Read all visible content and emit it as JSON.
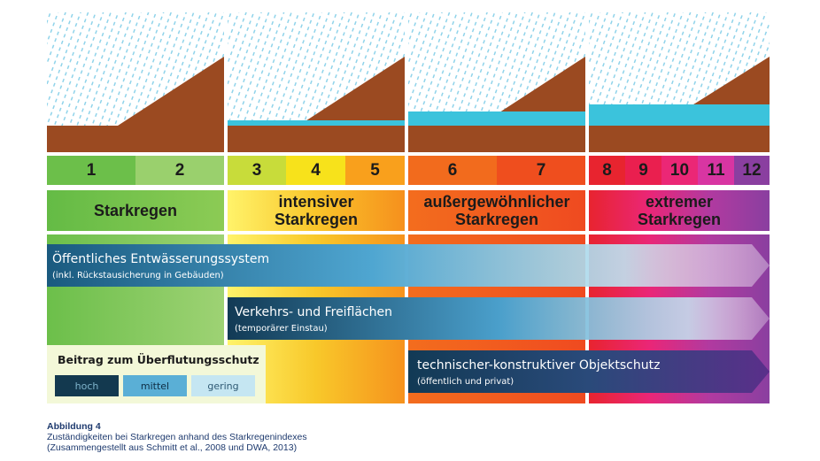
{
  "index_numbers": [
    "1",
    "2",
    "3",
    "4",
    "5",
    "6",
    "7",
    "8",
    "9",
    "10",
    "11",
    "12"
  ],
  "categories": [
    {
      "line1": "Starkregen",
      "line2": ""
    },
    {
      "line1": "intensiver",
      "line2": "Starkregen"
    },
    {
      "line1": "außergewöhnlicher",
      "line2": "Starkregen"
    },
    {
      "line1": "extremer",
      "line2": "Starkregen"
    }
  ],
  "bars": [
    {
      "title": "Öffentliches Entwässerungssystem",
      "subtitle": "(inkl. Rückstausicherung in Gebäuden)"
    },
    {
      "title": "Verkehrs- und Freiflächen",
      "subtitle": "(temporärer Einstau)"
    },
    {
      "title": "technischer-konstruktiver Objektschutz",
      "subtitle": "(öffentlich und privat)"
    }
  ],
  "legend": {
    "title": "Beitrag zum Überflutungsschutz",
    "items": [
      {
        "label": "hoch",
        "color": "#13394f"
      },
      {
        "label": "mittel",
        "color": "#5aafd6"
      },
      {
        "label": "gering",
        "color": "#c5e6f2"
      }
    ]
  },
  "caption": {
    "label": "Abbildung 4",
    "line1": "Zuständigkeiten bei Starkregen anhand des Starkregenindexes",
    "line2": "(Zusammengestellt aus Schmitt et al., 2008 und DWA, 2013)"
  },
  "colors": {
    "green": "#6cbf4a",
    "yellow": "#f7e21b",
    "orange": "#f26b1d",
    "red": "#e8242f",
    "purple": "#8a3fa0",
    "water": "#3bc3dc"
  }
}
